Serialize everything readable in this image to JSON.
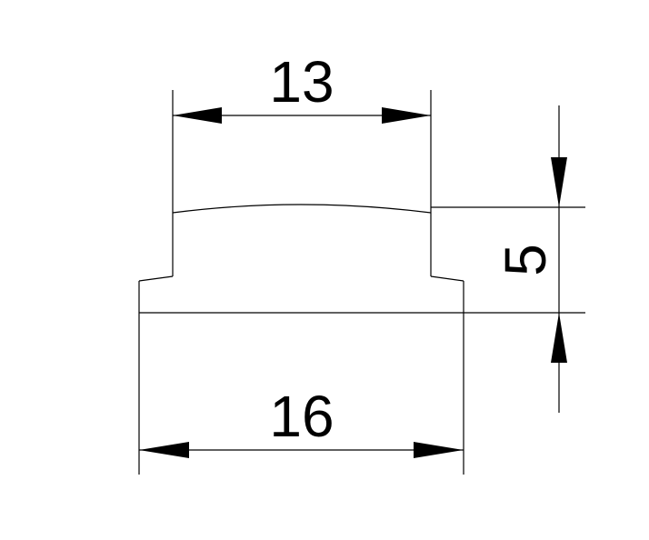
{
  "drawing": {
    "dimensions": {
      "top_width": "13",
      "bottom_width": "16",
      "height": "5"
    },
    "colors": {
      "line": "#000000",
      "background": "#ffffff"
    }
  }
}
